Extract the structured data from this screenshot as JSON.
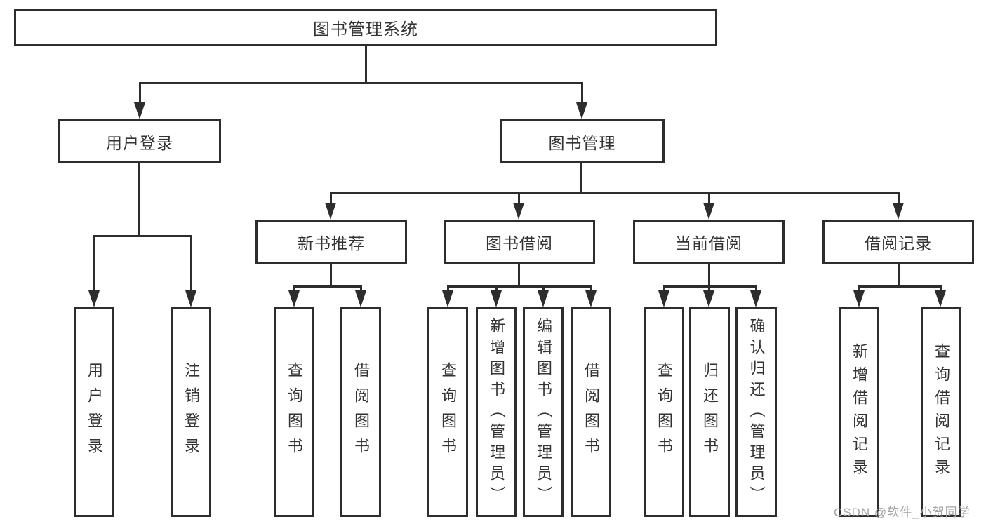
{
  "diagram": {
    "title": "图书管理系统",
    "level2": [
      {
        "label": "用户登录"
      },
      {
        "label": "图书管理"
      }
    ],
    "level3": [
      {
        "label": "新书推荐"
      },
      {
        "label": "图书借阅"
      },
      {
        "label": "当前借阅"
      },
      {
        "label": "借阅记录"
      }
    ],
    "leaves": [
      {
        "label": "用户登录",
        "parent": "用户登录"
      },
      {
        "label": "注销登录",
        "parent": "用户登录"
      },
      {
        "label": "查询图书",
        "parent": "新书推荐"
      },
      {
        "label": "借阅图书",
        "parent": "新书推荐"
      },
      {
        "label": "查询图书",
        "parent": "图书借阅"
      },
      {
        "label": "新增图书（管理员）",
        "parent": "图书借阅"
      },
      {
        "label": "编辑图书（管理员）",
        "parent": "图书借阅"
      },
      {
        "label": "借阅图书",
        "parent": "图书借阅"
      },
      {
        "label": "查询图书",
        "parent": "当前借阅"
      },
      {
        "label": "归还图书",
        "parent": "当前借阅"
      },
      {
        "label": "确认归还（管理员）",
        "parent": "当前借阅"
      },
      {
        "label": "新增借阅记录",
        "parent": "借阅记录"
      },
      {
        "label": "查询借阅记录",
        "parent": "借阅记录"
      }
    ],
    "watermark": "CSDN @软件_小贺同学"
  },
  "colors": {
    "line": "#2d2d2d",
    "text": "#333333",
    "watermark": "#a3a3a3",
    "background": "#ffffff"
  }
}
